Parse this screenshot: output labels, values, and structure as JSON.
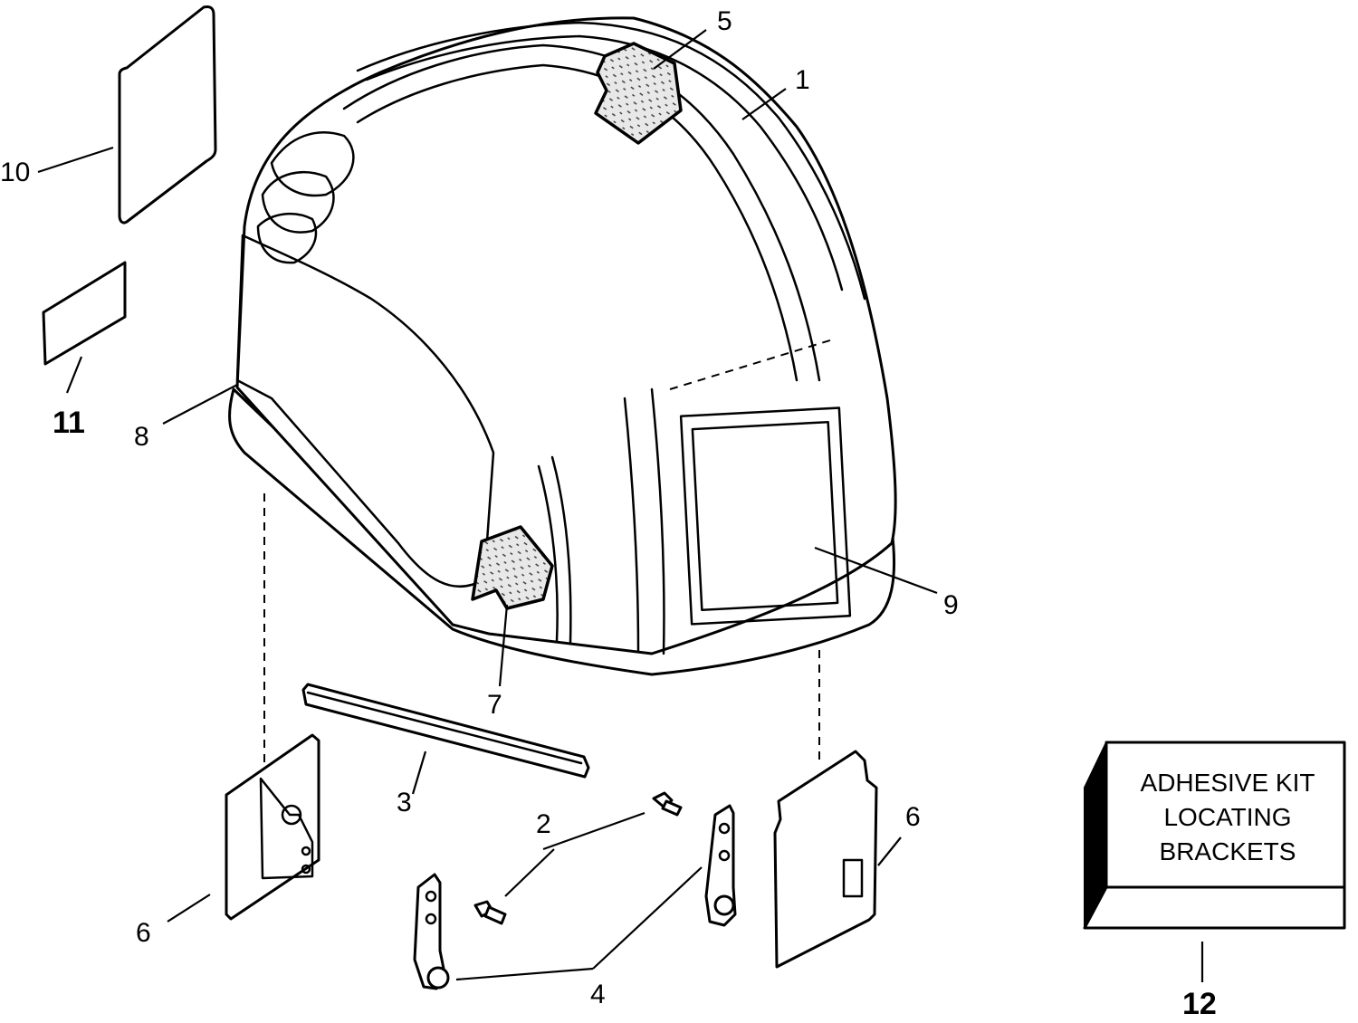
{
  "callouts": {
    "c1": "1",
    "c2": "2",
    "c3": "3",
    "c4": "4",
    "c5": "5",
    "c6a": "6",
    "c6b": "6",
    "c7": "7",
    "c8": "8",
    "c9": "9",
    "c10": "10",
    "c11": "11",
    "c12": "12"
  },
  "kit_box": {
    "line1": "ADHESIVE KIT",
    "line2": "LOCATING",
    "line3": "BRACKETS"
  }
}
